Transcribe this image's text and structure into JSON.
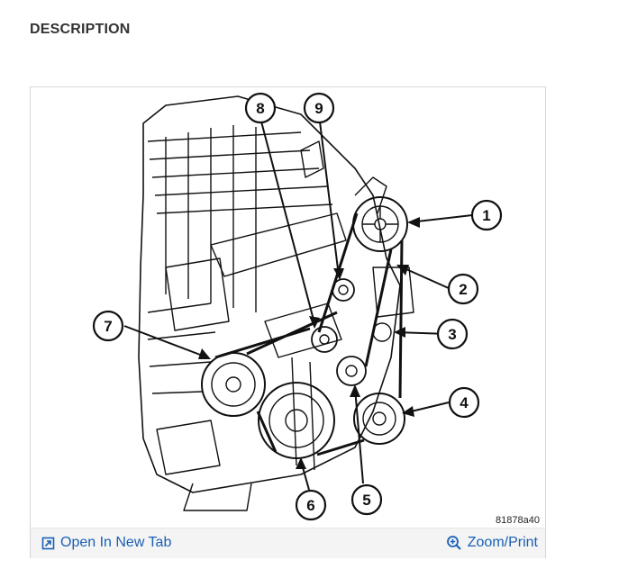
{
  "section": {
    "heading": "DESCRIPTION"
  },
  "figure": {
    "figure_id": "81878a40",
    "callouts": [
      "1",
      "2",
      "3",
      "4",
      "5",
      "6",
      "7",
      "8",
      "9"
    ]
  },
  "footer": {
    "open_new_tab_label": "Open In New Tab",
    "zoom_print_label": "Zoom/Print",
    "link_color": "#1a5fb4"
  },
  "icons": {
    "open_tab": "open-in-new-tab-icon",
    "zoom": "zoom-in-icon"
  }
}
